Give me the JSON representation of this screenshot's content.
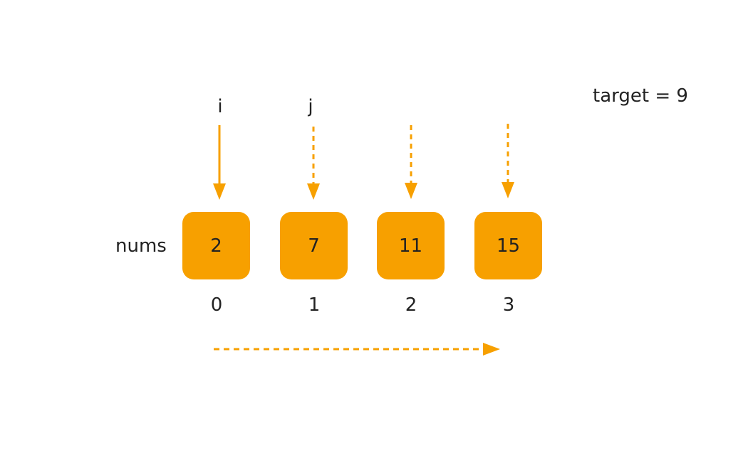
{
  "diagram": {
    "array_label": "nums",
    "target_label": "target = 9",
    "pointers": [
      {
        "label": "i",
        "index": 0,
        "line_style": "solid"
      },
      {
        "label": "j",
        "index": 1,
        "line_style": "dashed"
      }
    ],
    "cells": [
      {
        "value": "2",
        "index": "0"
      },
      {
        "value": "7",
        "index": "1"
      },
      {
        "value": "11",
        "index": "2"
      },
      {
        "value": "15",
        "index": "3"
      }
    ],
    "scan_direction": "left-to-right",
    "colors": {
      "accent": "#f7a000",
      "text": "#222222",
      "background": "#ffffff"
    }
  }
}
